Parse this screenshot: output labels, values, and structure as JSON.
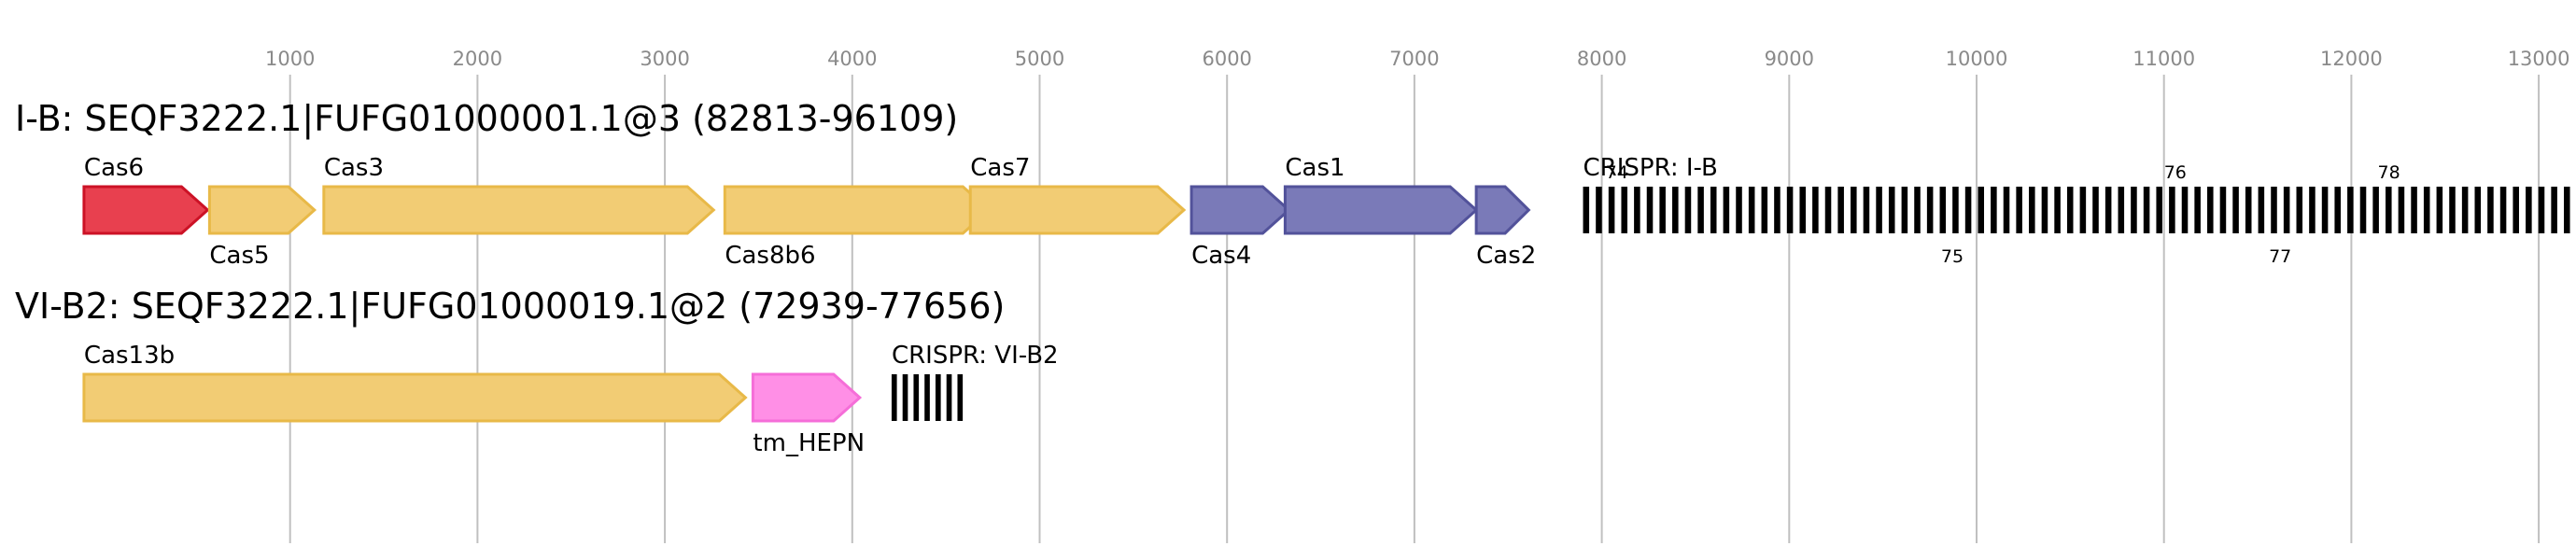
{
  "axis": {
    "ticks": [
      {
        "value": 1000,
        "label": "1000"
      },
      {
        "value": 2000,
        "label": "2000"
      },
      {
        "value": 3000,
        "label": "3000"
      },
      {
        "value": 4000,
        "label": "4000"
      },
      {
        "value": 5000,
        "label": "5000"
      },
      {
        "value": 6000,
        "label": "6000"
      },
      {
        "value": 7000,
        "label": "7000"
      },
      {
        "value": 8000,
        "label": "8000"
      },
      {
        "value": 9000,
        "label": "9000"
      },
      {
        "value": 10000,
        "label": "10000"
      },
      {
        "value": 11000,
        "label": "11000"
      },
      {
        "value": 12000,
        "label": "12000"
      },
      {
        "value": 13000,
        "label": "13000"
      }
    ]
  },
  "colors": {
    "cas6": "#e8404f",
    "cas6_stroke": "#cc1226",
    "yellow": "#f2cc74",
    "yellow_stroke": "#e8b948",
    "purple": "#7a7ab8",
    "purple_stroke": "#52529a",
    "pink": "#ff8fe6",
    "pink_stroke": "#f56ed8",
    "crispr": "#000000"
  },
  "loci": [
    {
      "title": "I-B: SEQF3222.1|FUFG01000001.1@3 (82813-96109)",
      "genes": [
        {
          "name": "Cas6",
          "start": -100,
          "end": 560,
          "color": "cas6",
          "label_pos": "above"
        },
        {
          "name": "Cas5",
          "start": 570,
          "end": 1130,
          "color": "yellow",
          "label_pos": "below"
        },
        {
          "name": "Cas3",
          "start": 1180,
          "end": 3260,
          "color": "yellow",
          "label_pos": "above"
        },
        {
          "name": "Cas8b6",
          "start": 3320,
          "end": 4730,
          "color": "yellow",
          "label_pos": "below"
        },
        {
          "name": "Cas7",
          "start": 4630,
          "end": 5770,
          "color": "yellow",
          "label_pos": "above"
        },
        {
          "name": "Cas4",
          "start": 5810,
          "end": 6330,
          "color": "purple",
          "label_pos": "below"
        },
        {
          "name": "Cas1",
          "start": 6310,
          "end": 7330,
          "color": "purple",
          "label_pos": "above"
        },
        {
          "name": "Cas2",
          "start": 7330,
          "end": 7610,
          "color": "purple",
          "label_pos": "below"
        }
      ],
      "crispr": {
        "label": "CRISPR: I-B",
        "start": 7900,
        "end": 13270,
        "count": 79,
        "repeat_labels": [
          {
            "text": "74",
            "pos": 8020,
            "where": "above"
          },
          {
            "text": "75",
            "pos": 9810,
            "where": "below"
          },
          {
            "text": "76",
            "pos": 11000,
            "where": "above"
          },
          {
            "text": "77",
            "pos": 11560,
            "where": "below"
          },
          {
            "text": "78",
            "pos": 12140,
            "where": "above"
          }
        ]
      }
    },
    {
      "title": "VI-B2: SEQF3222.1|FUFG01000019.1@2 (72939-77656)",
      "genes": [
        {
          "name": "Cas13b",
          "start": -100,
          "end": 3430,
          "color": "yellow",
          "label_pos": "above"
        },
        {
          "name": "tm_HEPN",
          "start": 3470,
          "end": 4040,
          "color": "pink",
          "label_pos": "below"
        }
      ],
      "crispr": {
        "label": "CRISPR: VI-B2",
        "start": 4210,
        "end": 4620,
        "count": 7,
        "repeat_labels": []
      }
    }
  ]
}
